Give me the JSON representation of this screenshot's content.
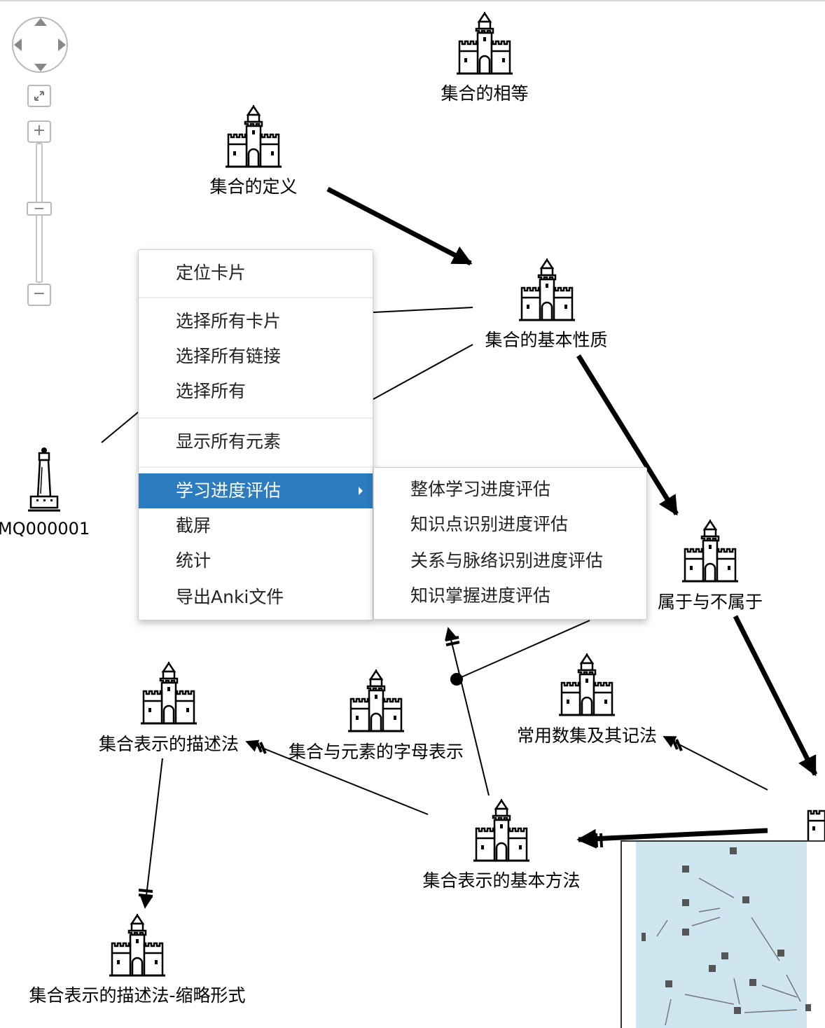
{
  "nodes": [
    {
      "id": "n1",
      "label": "集合的相等",
      "icon": "castle-icon"
    },
    {
      "id": "n2",
      "label": "集合的定义",
      "icon": "castle-icon"
    },
    {
      "id": "n3",
      "label": "集合的基本性质",
      "icon": "castle-icon"
    },
    {
      "id": "n4",
      "label": "属于与不属于",
      "icon": "castle-icon"
    },
    {
      "id": "n5",
      "label": "集合表示的描述法",
      "icon": "castle-icon"
    },
    {
      "id": "n6",
      "label": "集合与元素的字母表示",
      "icon": "castle-icon"
    },
    {
      "id": "n7",
      "label": "常用数集及其记法",
      "icon": "castle-icon"
    },
    {
      "id": "n8",
      "label": "集合表示的基本方法",
      "icon": "castle-icon"
    },
    {
      "id": "n9",
      "label": "集合表示的描述法-缩略形式",
      "icon": "castle-icon"
    },
    {
      "id": "n10",
      "label": "MQ000001",
      "icon": "tower-icon"
    }
  ],
  "context_menu": {
    "items": [
      {
        "label": "定位卡片"
      },
      {
        "label": "选择所有卡片"
      },
      {
        "label": "选择所有链接"
      },
      {
        "label": "选择所有"
      },
      {
        "label": "显示所有元素"
      },
      {
        "label": "学习进度评估",
        "active": true,
        "has_submenu": true
      },
      {
        "label": "截屏"
      },
      {
        "label": "统计"
      },
      {
        "label": "导出Anki文件"
      }
    ],
    "submenu": [
      {
        "label": "整体学习进度评估"
      },
      {
        "label": "知识点识别进度评估"
      },
      {
        "label": "关系与脉络识别进度评估"
      },
      {
        "label": "知识掌握进度评估"
      }
    ]
  },
  "nav": {
    "fit_icon": "expand-icon",
    "zoom_in": "+",
    "zoom_out": "−",
    "slider_handle": "−"
  },
  "colors": {
    "menu_active": "#2d7cbf",
    "minimap_view": "#cfe6f0"
  }
}
